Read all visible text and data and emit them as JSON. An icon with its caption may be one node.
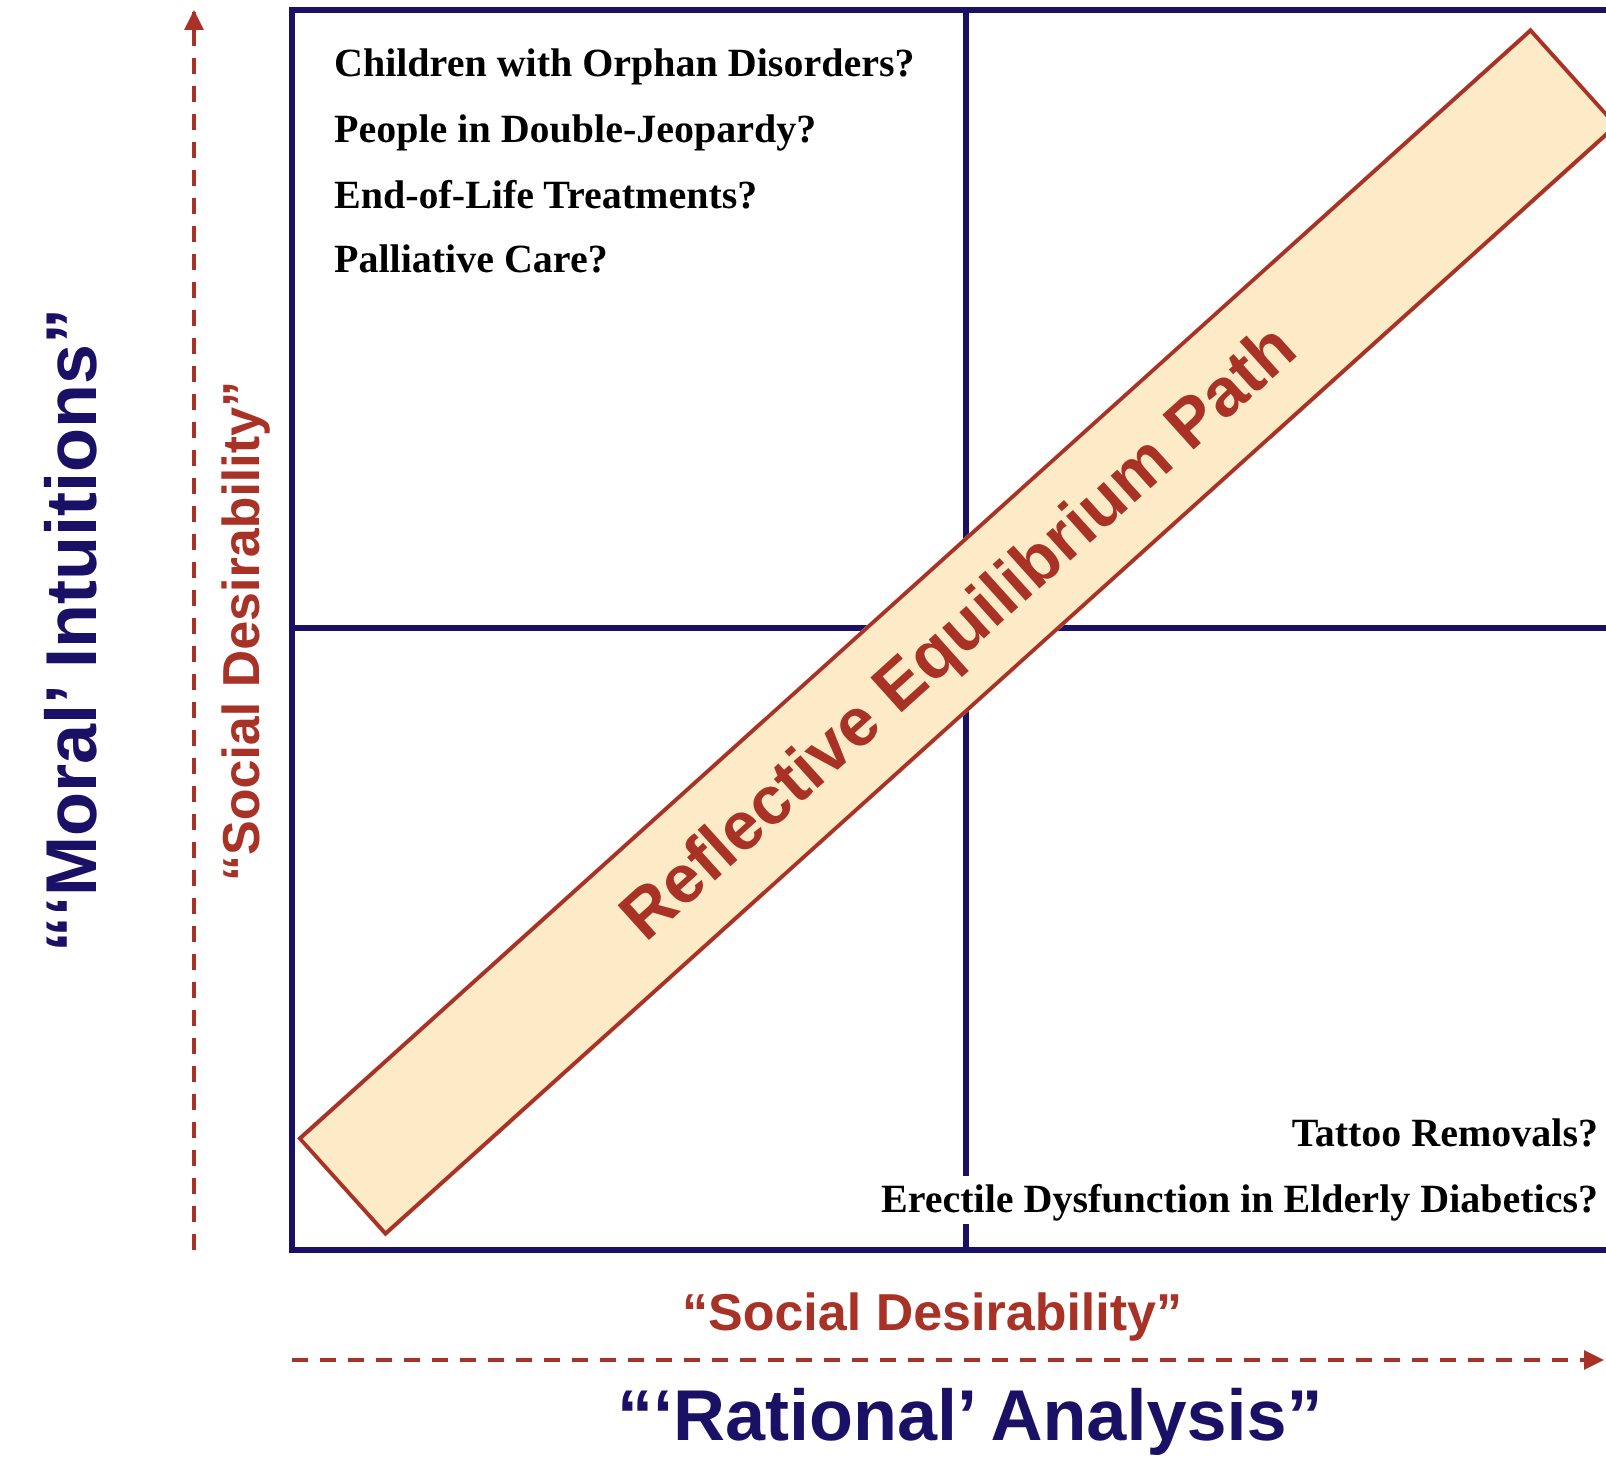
{
  "diagram": {
    "nodes": [
      {
        "text": [
          "Reflective Equilibrium Path"
        ]
      }
    ],
    "labels": [
      "“‘Moral’ Intuitions”",
      "“Social Desirability”",
      "Children with Orphan Disorders?",
      "People in Double-Jeopardy?",
      "End-of-Life Treatments?",
      "Palliative Care?",
      "Tattoo Removals?",
      "Erectile Dysfunction in Elderly Diabetics?",
      "“Social Desirability”",
      "“‘Rational’ Analysis”"
    ]
  }
}
